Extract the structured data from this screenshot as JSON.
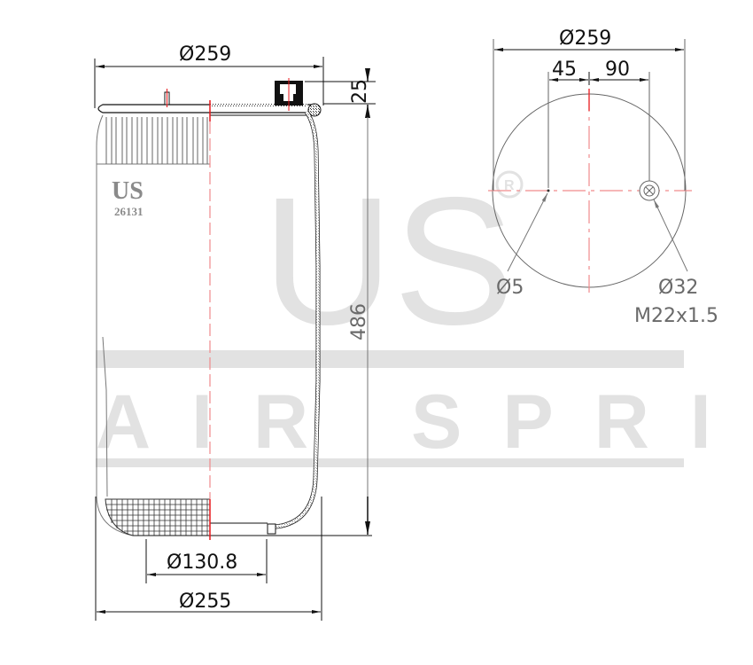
{
  "watermark": {
    "logo": "US",
    "registered": "®",
    "tagline": "AIR SPRING",
    "color": "#e2e2e2"
  },
  "side_view": {
    "brand_label": "US",
    "part_number": "26131",
    "dimensions": {
      "top_diameter": "Ø259",
      "fitting_height": "25",
      "overall_height": "486",
      "piston_diameter": "Ø130.8",
      "bottom_diameter": "Ø255"
    }
  },
  "top_view": {
    "dimensions": {
      "plate_diameter": "Ø259",
      "offset_left": "45",
      "offset_right": "90",
      "stud_hole": "Ø5",
      "air_inlet": "Ø32",
      "thread": "M22x1.5"
    }
  },
  "colors": {
    "centerline": "#e8171b",
    "outline": "#111111",
    "secondary_line": "#777777"
  }
}
